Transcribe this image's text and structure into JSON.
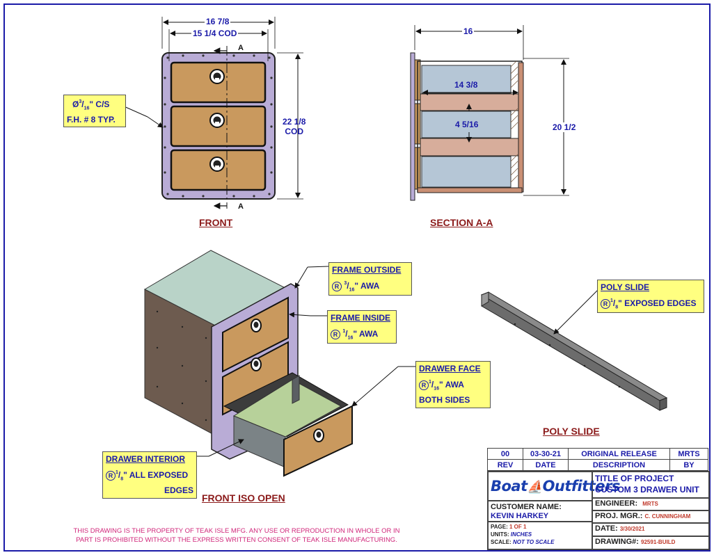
{
  "colors": {
    "border": "#1a1aa8",
    "dimension": "#1a1aa8",
    "callout_bg": "#ffff80",
    "frame_purple": "#b9acd6",
    "teak": "#c9995e",
    "note_pink": "#d0267a"
  },
  "front": {
    "title": "FRONT",
    "dim_width_outer": "16 7/8",
    "dim_width_cod": "15 1/4 COD",
    "dim_height_value": "22 1/8",
    "dim_height_label": "COD",
    "section_mark": "A",
    "hole_note_line1": "Ø3/16\" C/S",
    "hole_note_num": "3",
    "hole_note_den": "16",
    "hole_note_prefix": "Ø",
    "hole_note_suffix": "\" C/S",
    "hole_note_line2": "F.H. # 8 TYP."
  },
  "section": {
    "title": "SECTION A-A",
    "dim_depth": "16",
    "dim_inner_width": "14 3/8",
    "dim_drawer_height": "4 5/16",
    "dim_overall_height": "20 1/2"
  },
  "iso": {
    "title": "FRONT ISO OPEN",
    "callouts": [
      {
        "title": "FRAME OUTSIDE",
        "num": "3",
        "den": "16",
        "text": "\" AWA"
      },
      {
        "title": "FRAME INSIDE",
        "num": "1",
        "den": "16",
        "text": "\" AWA"
      },
      {
        "title": "DRAWER FACE",
        "num": "1",
        "den": "16",
        "text": "\" AWA",
        "line3": "BOTH SIDES"
      },
      {
        "title": "DRAWER INTERIOR",
        "num": "1",
        "den": "8",
        "text": "\" ALL EXPOSED",
        "line3": "EDGES"
      }
    ]
  },
  "poly_slide": {
    "title": "POLY SLIDE",
    "callout_title": "POLY SLIDE",
    "callout_num": "1",
    "callout_den": "8",
    "callout_text": "\" EXPOSED EDGES"
  },
  "revision": {
    "rev": "00",
    "date": "03-30-21",
    "description": "ORIGINAL RELEASE",
    "by": "MRTS",
    "headers": [
      "REV",
      "DATE",
      "DESCRIPTION",
      "BY"
    ]
  },
  "title_block": {
    "logo_left": "Boat",
    "logo_right": "Outfitters",
    "title_label": "TITLE OF PROJECT",
    "title_value": "CUSTOM 3 DRAWER UNIT",
    "customer_label": "CUSTOMER NAME:",
    "customer_value": "KEVIN HARKEY",
    "engineer_label": "ENGINEER:",
    "engineer_value": "MRTS",
    "pm_label": "PROJ. MGR.:",
    "pm_value": "C. CUNNINGHAM",
    "page_label": "PAGE:",
    "page_value": "1 OF 1",
    "units_label": "UNITS:",
    "units_value": "INCHES",
    "scale_label": "SCALE:",
    "scale_value": "NOT TO SCALE",
    "date_label": "DATE:",
    "date_value": "3/30/2021",
    "drawing_label": "DRAWING#:",
    "drawing_value": "92591-BUILD"
  },
  "footer": {
    "line1": "THIS DRAWING IS THE PROPERTY OF TEAK ISLE MFG.  ANY USE OR REPRODUCTION IN WHOLE OR IN",
    "line2": "PART IS PROHIBITED WITHOUT THE EXPRESS WRITTEN CONSENT OF TEAK ISLE MANUFACTURING."
  }
}
